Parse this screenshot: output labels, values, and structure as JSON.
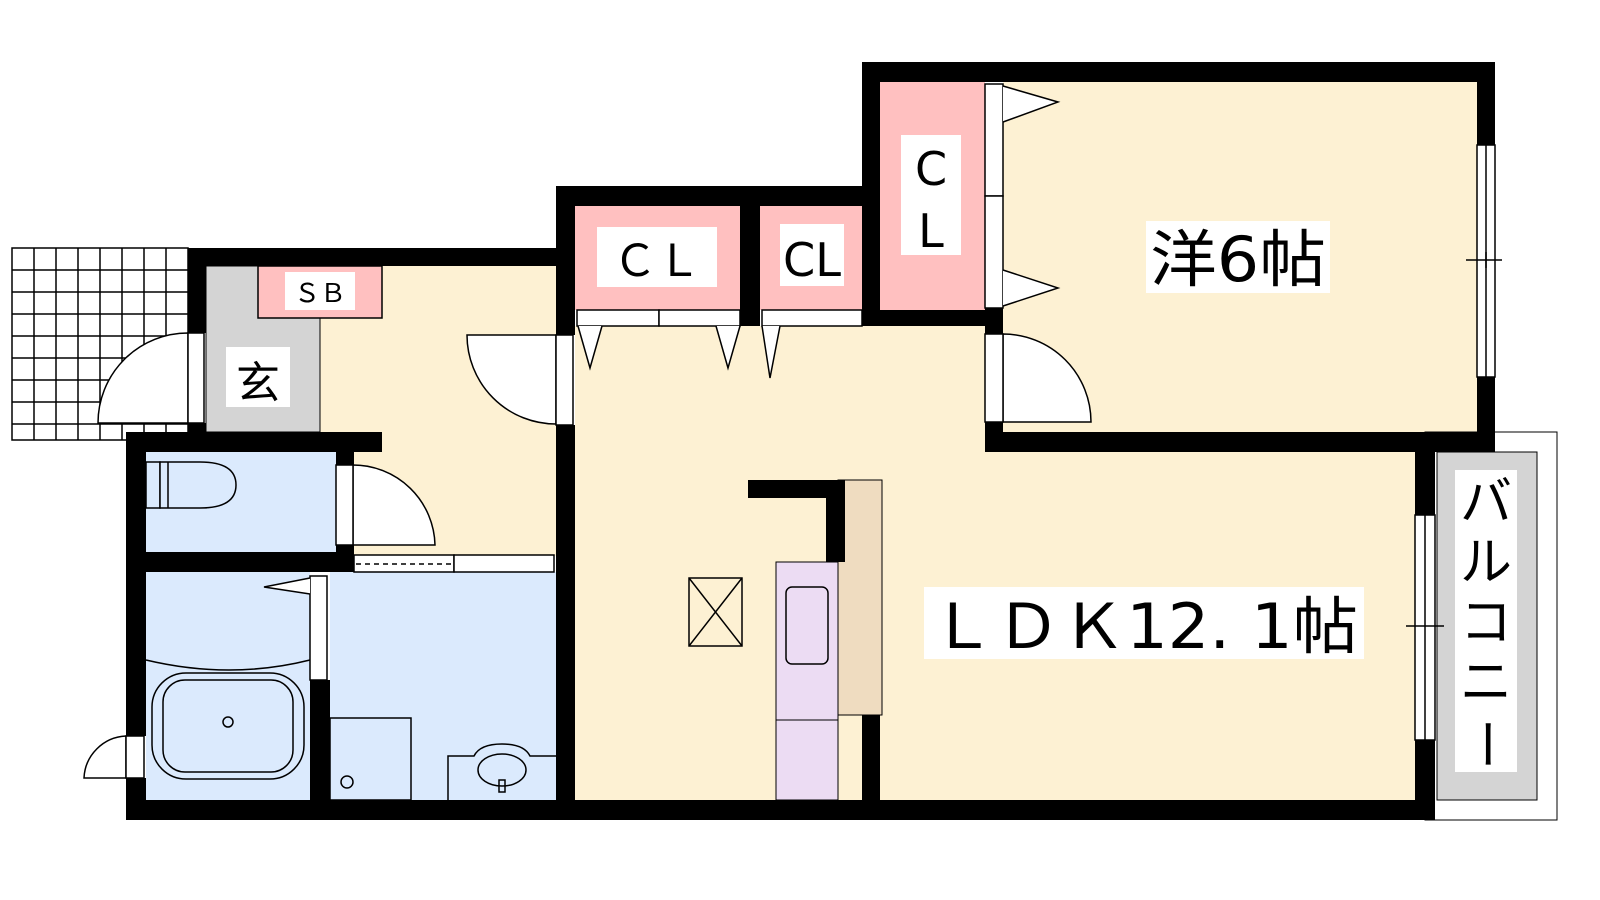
{
  "plan": {
    "rooms": {
      "entrance": "玄",
      "shoe_box": "ＳＢ",
      "closet_1": "ＣＬ",
      "closet_2": "CL",
      "closet_3_top": "C",
      "closet_3_bottom": "L",
      "western_room": "洋6帖",
      "ldk": "ＬＤＫ12. 1帖",
      "balcony": [
        "バ",
        "ル",
        "コ",
        "ニ",
        "ー"
      ]
    },
    "colors": {
      "wall": "#000000",
      "living": "#fdf1d3",
      "closet": "#ffc0c0",
      "entrance": "#d4d4d4",
      "wet_area": "#dbeafd",
      "kitchen": "#ecdcf3",
      "counter": "#efdcc0",
      "balcony": "#d4d4d4"
    }
  }
}
